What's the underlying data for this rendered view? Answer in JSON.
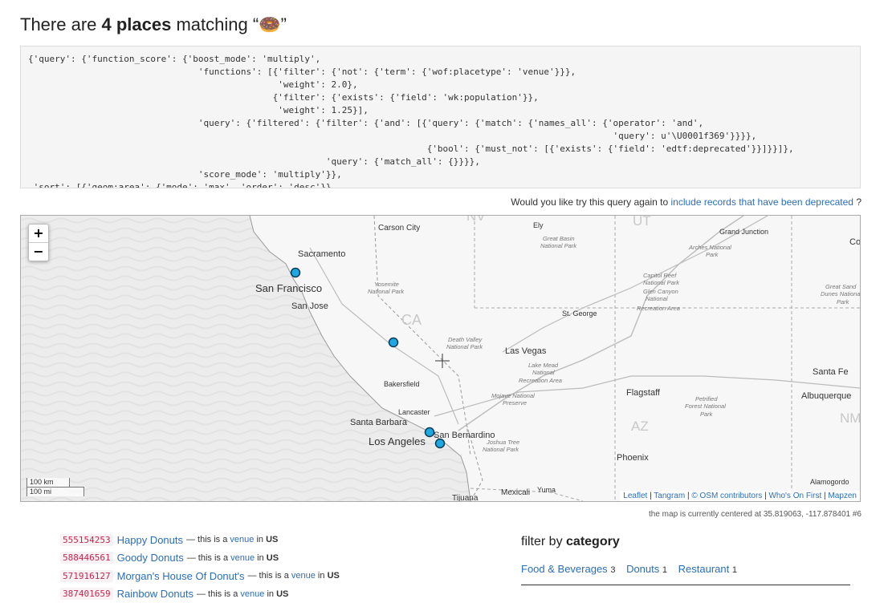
{
  "header": {
    "prefix": "There are ",
    "count_text": "4 places",
    "middle": " matching “",
    "emoji": "🍩",
    "suffix": "”"
  },
  "query_code": "{'query': {'function_score': {'boost_mode': 'multiply',\n                                'functions': [{'filter': {'not': {'term': {'wof:placetype': 'venue'}}},\n                                               'weight': 2.0},\n                                              {'filter': {'exists': {'field': 'wk:population'}},\n                                               'weight': 1.25}],\n                                'query': {'filtered': {'filter': {'and': [{'query': {'match': {'names_all': {'operator': 'and',\n                                                                                                              'query': u'\\U0001f369'}}}},\n                                                                           {'bool': {'must_not': [{'exists': {'field': 'edtf:deprecated'}}]}}]},\n                                                        'query': {'match_all': {}}}},\n                                'score_mode': 'multiply'}},\n 'sort': [{'geom:area': {'mode': 'max', 'order': 'desc'}},",
  "deprecated_note": {
    "prefix": "Would you like try this query again to ",
    "link": "include records that have been deprecated",
    "suffix": " ?"
  },
  "map": {
    "zoom_in": "+",
    "zoom_out": "−",
    "scale_km": "100 km",
    "scale_mi": "100 mi",
    "marker_color": "#1ea7e1",
    "labels": {
      "carson_city": "Carson City",
      "sacramento": "Sacramento",
      "san_francisco": "San Francisco",
      "san_jose": "San Jose",
      "bakersfield": "Bakersfield",
      "lancaster": "Lancaster",
      "santa_barbara": "Santa Barbara",
      "los_angeles": "Los Angeles",
      "san_bernardino": "San Bernardino",
      "tijuana": "Tijuana",
      "mexicali": "Mexicali",
      "yuma": "Yuma",
      "las_vegas": "Las Vegas",
      "st_george": "St. George",
      "flagstaff": "Flagstaff",
      "phoenix": "Phoenix",
      "ely": "Ely",
      "grand_junction": "Grand Junction",
      "santa_fe": "Santa Fe",
      "albuquerque": "Albuquerque",
      "alamogordo": "Alamogordo",
      "co": "Co",
      "ca": "CA",
      "az": "AZ",
      "nm": "NM",
      "ut": "UT",
      "nv": "NV",
      "great_basin": "Great Basin",
      "national_park": "National Park",
      "arches": "Arches National",
      "park": "Park",
      "capitol_reef": "Capitol Reef",
      "glen_canyon": "Glen Canyon",
      "national": "National",
      "recreation_area": "Recreation Area",
      "great_sand": "Great Sand",
      "dunes_national": "Dunes National",
      "yosemite": "Yosemite",
      "death_valley": "Death Valley",
      "lake_mead": "Lake Mead",
      "mojave": "Mojave National",
      "preserve": "Preserve",
      "joshua_tree": "Joshua Tree",
      "petrified": "Petrified",
      "forest_national": "Forest National"
    },
    "attribution": {
      "leaflet": "Leaflet",
      "tangram": "Tangram",
      "osm": "© OSM contributors",
      "wof": "Who's On First",
      "mapzen": "Mapzen",
      "sep": " | "
    }
  },
  "centered_note": "the map is currently centered at 35.819063, -117.878401 #6",
  "results": [
    {
      "id": "555154253",
      "name": "Happy Donuts",
      "desc_prefix": "— this is a ",
      "placetype": "venue",
      "in": " in ",
      "country": "US"
    },
    {
      "id": "588446561",
      "name": "Goody Donuts",
      "desc_prefix": "— this is a ",
      "placetype": "venue",
      "in": " in ",
      "country": "US"
    },
    {
      "id": "571916127",
      "name": "Morgan's House Of Donut's",
      "desc_prefix": "— this is a ",
      "placetype": "venue",
      "in": " in ",
      "country": "US"
    },
    {
      "id": "387401659",
      "name": "Rainbow Donuts",
      "desc_prefix": "— this is a ",
      "placetype": "venue",
      "in": " in ",
      "country": "US"
    }
  ],
  "filter": {
    "prefix": "filter by ",
    "bold": "category",
    "categories": [
      {
        "label": "Food & Beverages",
        "count": "3"
      },
      {
        "label": "Donuts",
        "count": "1"
      },
      {
        "label": "Restaurant",
        "count": "1"
      }
    ]
  }
}
